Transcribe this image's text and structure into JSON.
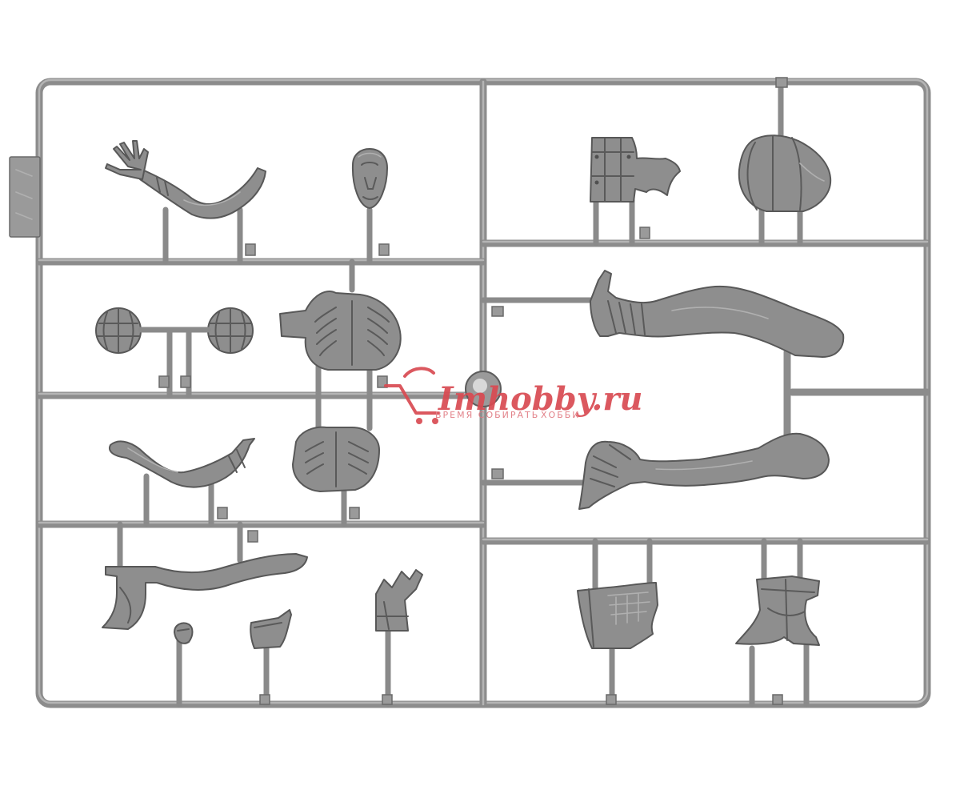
{
  "colors": {
    "plastic": "#8e8e8e",
    "plastic_shadow": "#585858",
    "background": "#ffffff",
    "watermark_accent": "#d94a52"
  },
  "watermark": {
    "logo_text": "Imhobby.ru",
    "tagline_left": "ВРЕМЯ СОБИРАТЬ",
    "tagline_right": "ХОББИ",
    "icon": "shopping-cart-icon"
  }
}
